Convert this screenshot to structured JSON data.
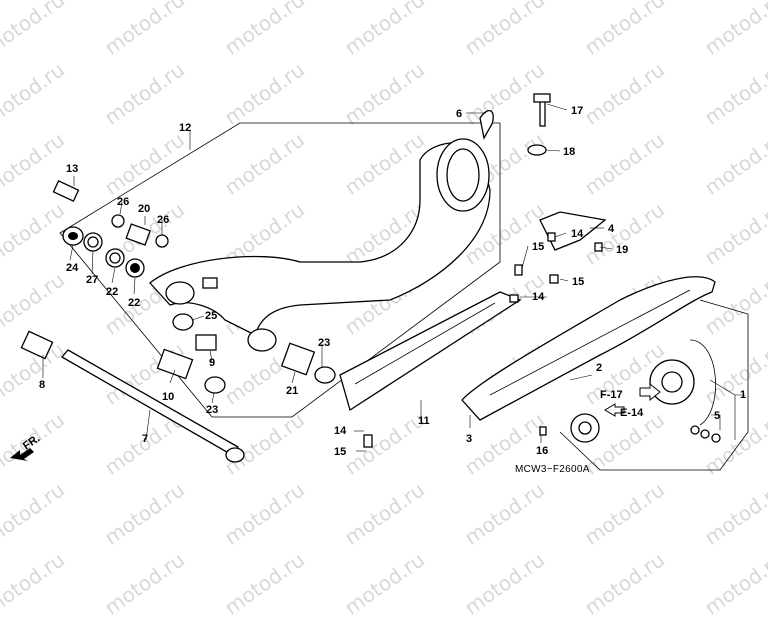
{
  "watermark": {
    "text": "motod.ru"
  },
  "diagram": {
    "code": "MCW3−F2600A",
    "direction": "FR.",
    "references": [
      "F-17",
      "E-14"
    ],
    "callouts": [
      "1",
      "2",
      "3",
      "4",
      "5",
      "6",
      "7",
      "8",
      "9",
      "10",
      "11",
      "12",
      "13",
      "14",
      "14",
      "14",
      "15",
      "15",
      "15",
      "16",
      "17",
      "18",
      "19",
      "20",
      "21",
      "22",
      "22",
      "23",
      "23",
      "24",
      "25",
      "26",
      "26",
      "27"
    ]
  },
  "colors": {
    "ink": "#000000",
    "paper": "#ffffff",
    "watermark": "#d8d8d8"
  }
}
